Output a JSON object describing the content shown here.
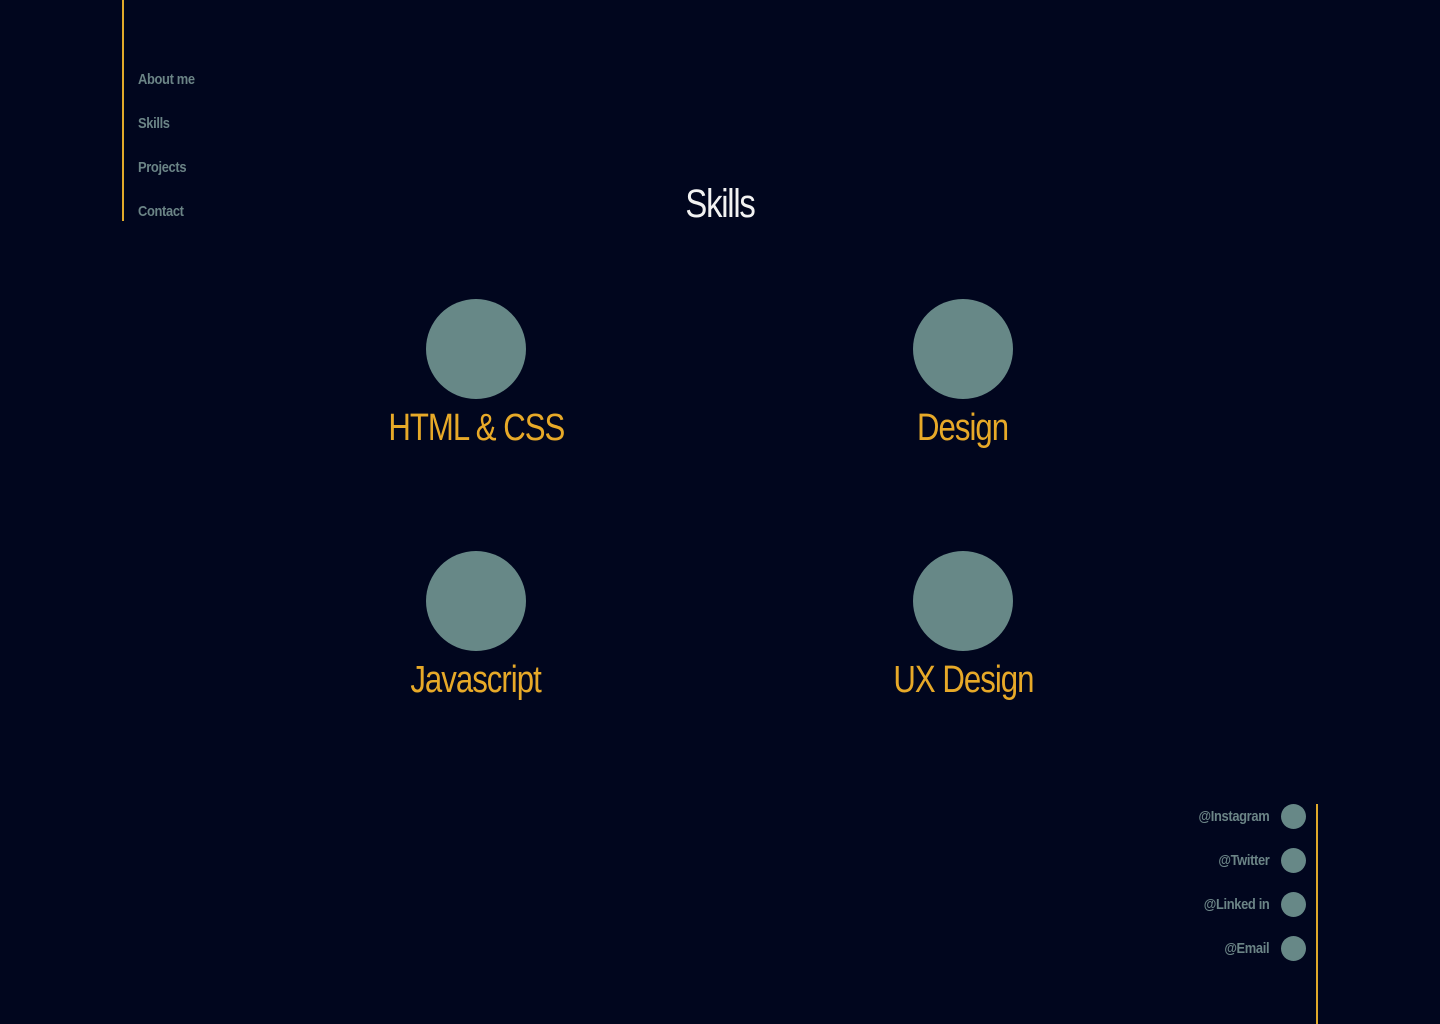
{
  "nav": {
    "items": [
      {
        "label": "About me"
      },
      {
        "label": "Skills"
      },
      {
        "label": "Projects"
      },
      {
        "label": "Contact"
      }
    ]
  },
  "main": {
    "title": "Skills",
    "skills": [
      {
        "label": "HTML & CSS",
        "icon": "skill-icon-placeholder"
      },
      {
        "label": "Design",
        "icon": "skill-icon-placeholder"
      },
      {
        "label": "Javascript",
        "icon": "skill-icon-placeholder"
      },
      {
        "label": "UX Design",
        "icon": "skill-icon-placeholder"
      }
    ]
  },
  "socials": {
    "items": [
      {
        "label": "@Instagram",
        "icon": "instagram-icon"
      },
      {
        "label": "@Twitter",
        "icon": "twitter-icon"
      },
      {
        "label": "@Linked in",
        "icon": "linkedin-icon"
      },
      {
        "label": "@Email",
        "icon": "email-icon"
      }
    ]
  },
  "colors": {
    "background": "#01061e",
    "accent": "#e7a928",
    "muted": "#6b8486",
    "circle": "#678887",
    "title": "#f2f2f2"
  }
}
